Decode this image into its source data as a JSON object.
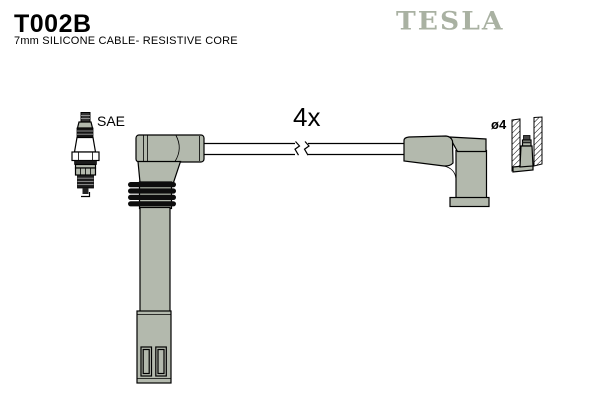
{
  "header": {
    "part_number": "T002B",
    "subtitle": "7mm SILICONE CABLE- RESISTIVE CORE",
    "brand": "TESLA"
  },
  "diagram": {
    "quantity_label": "4x",
    "spark_plug_standard_label": "SAE",
    "terminal_diameter_label": "ø4",
    "parts": [
      {
        "name": "spark-plug",
        "annotation": "SAE"
      },
      {
        "name": "ignition-cable-with-angled-boots",
        "annotation": "4x"
      },
      {
        "name": "terminal-nut-cross-section",
        "annotation": "ø4"
      }
    ]
  },
  "colors": {
    "part_fill": "#b3b9ad",
    "outline": "#000000",
    "brand_gray": "#a9b1a2",
    "background": "#ffffff"
  }
}
